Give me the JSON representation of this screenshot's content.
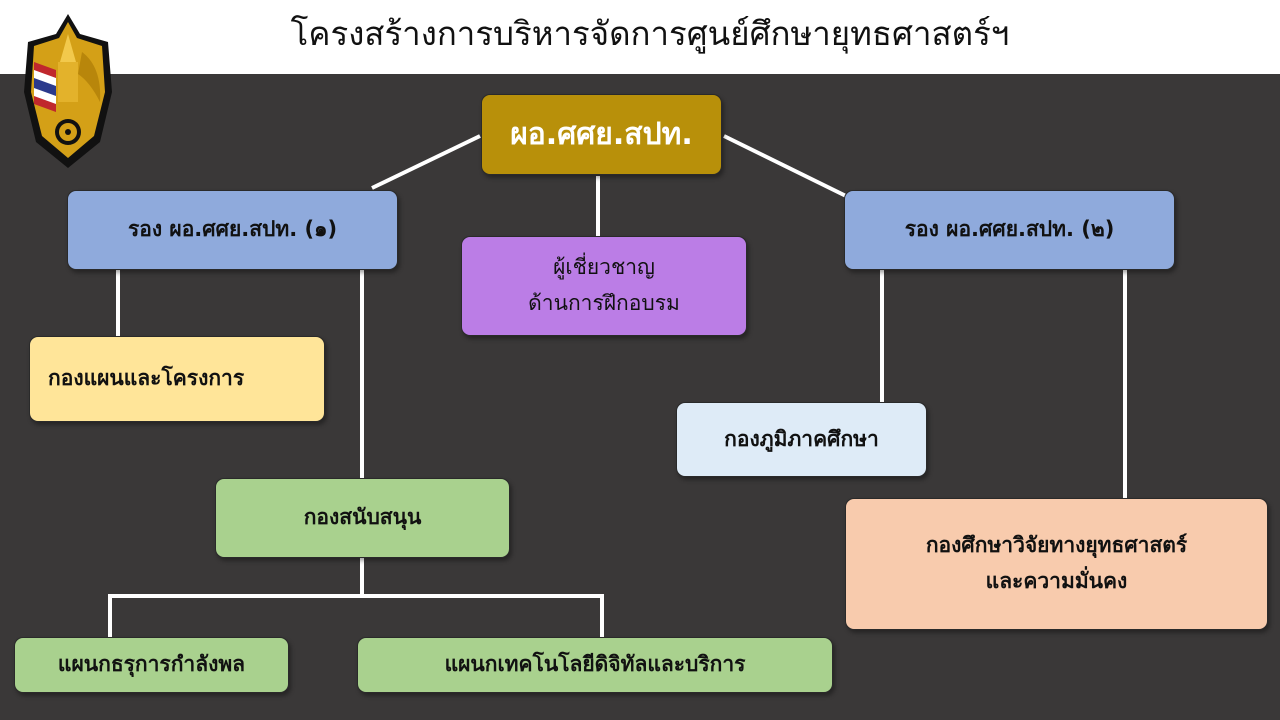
{
  "header": {
    "title": "โครงสร้างการบริหารจัดการศูนย์ศึกษายุทธศาสตร์ฯ"
  },
  "colors": {
    "background": "#3a3838",
    "director": "#b8900a",
    "deputy": "#8faadc",
    "expert": "#bb7de6",
    "plan": "#ffe599",
    "support": "#a9d18e",
    "region": "#deebf7",
    "research": "#f8cbad",
    "connector": "#ffffff"
  },
  "emblem": {
    "icon": "thai-military-emblem-icon"
  },
  "org": {
    "director": "ผอ.ศศย.สปท.",
    "deputy1": "รอง ผอ.ศศย.สปท. (๑)",
    "deputy2": "รอง ผอ.ศศย.สปท. (๒)",
    "expert_line1": "ผู้เชี่ยวชาญ",
    "expert_line2": "ด้านการฝึกอบรม",
    "plan_division": "กองแผนและโครงการ",
    "support_division": "กองสนับสนุน",
    "region_division": "กองภูมิภาคศึกษา",
    "research_line1": "กองศึกษาวิจัยทางยุทธศาสตร์",
    "research_line2": "และความมั่นคง",
    "personnel_section": "แผนกธรุการกำลังพล",
    "tech_section": "แผนกเทคโนโลยีดิจิทัลและบริการ"
  }
}
